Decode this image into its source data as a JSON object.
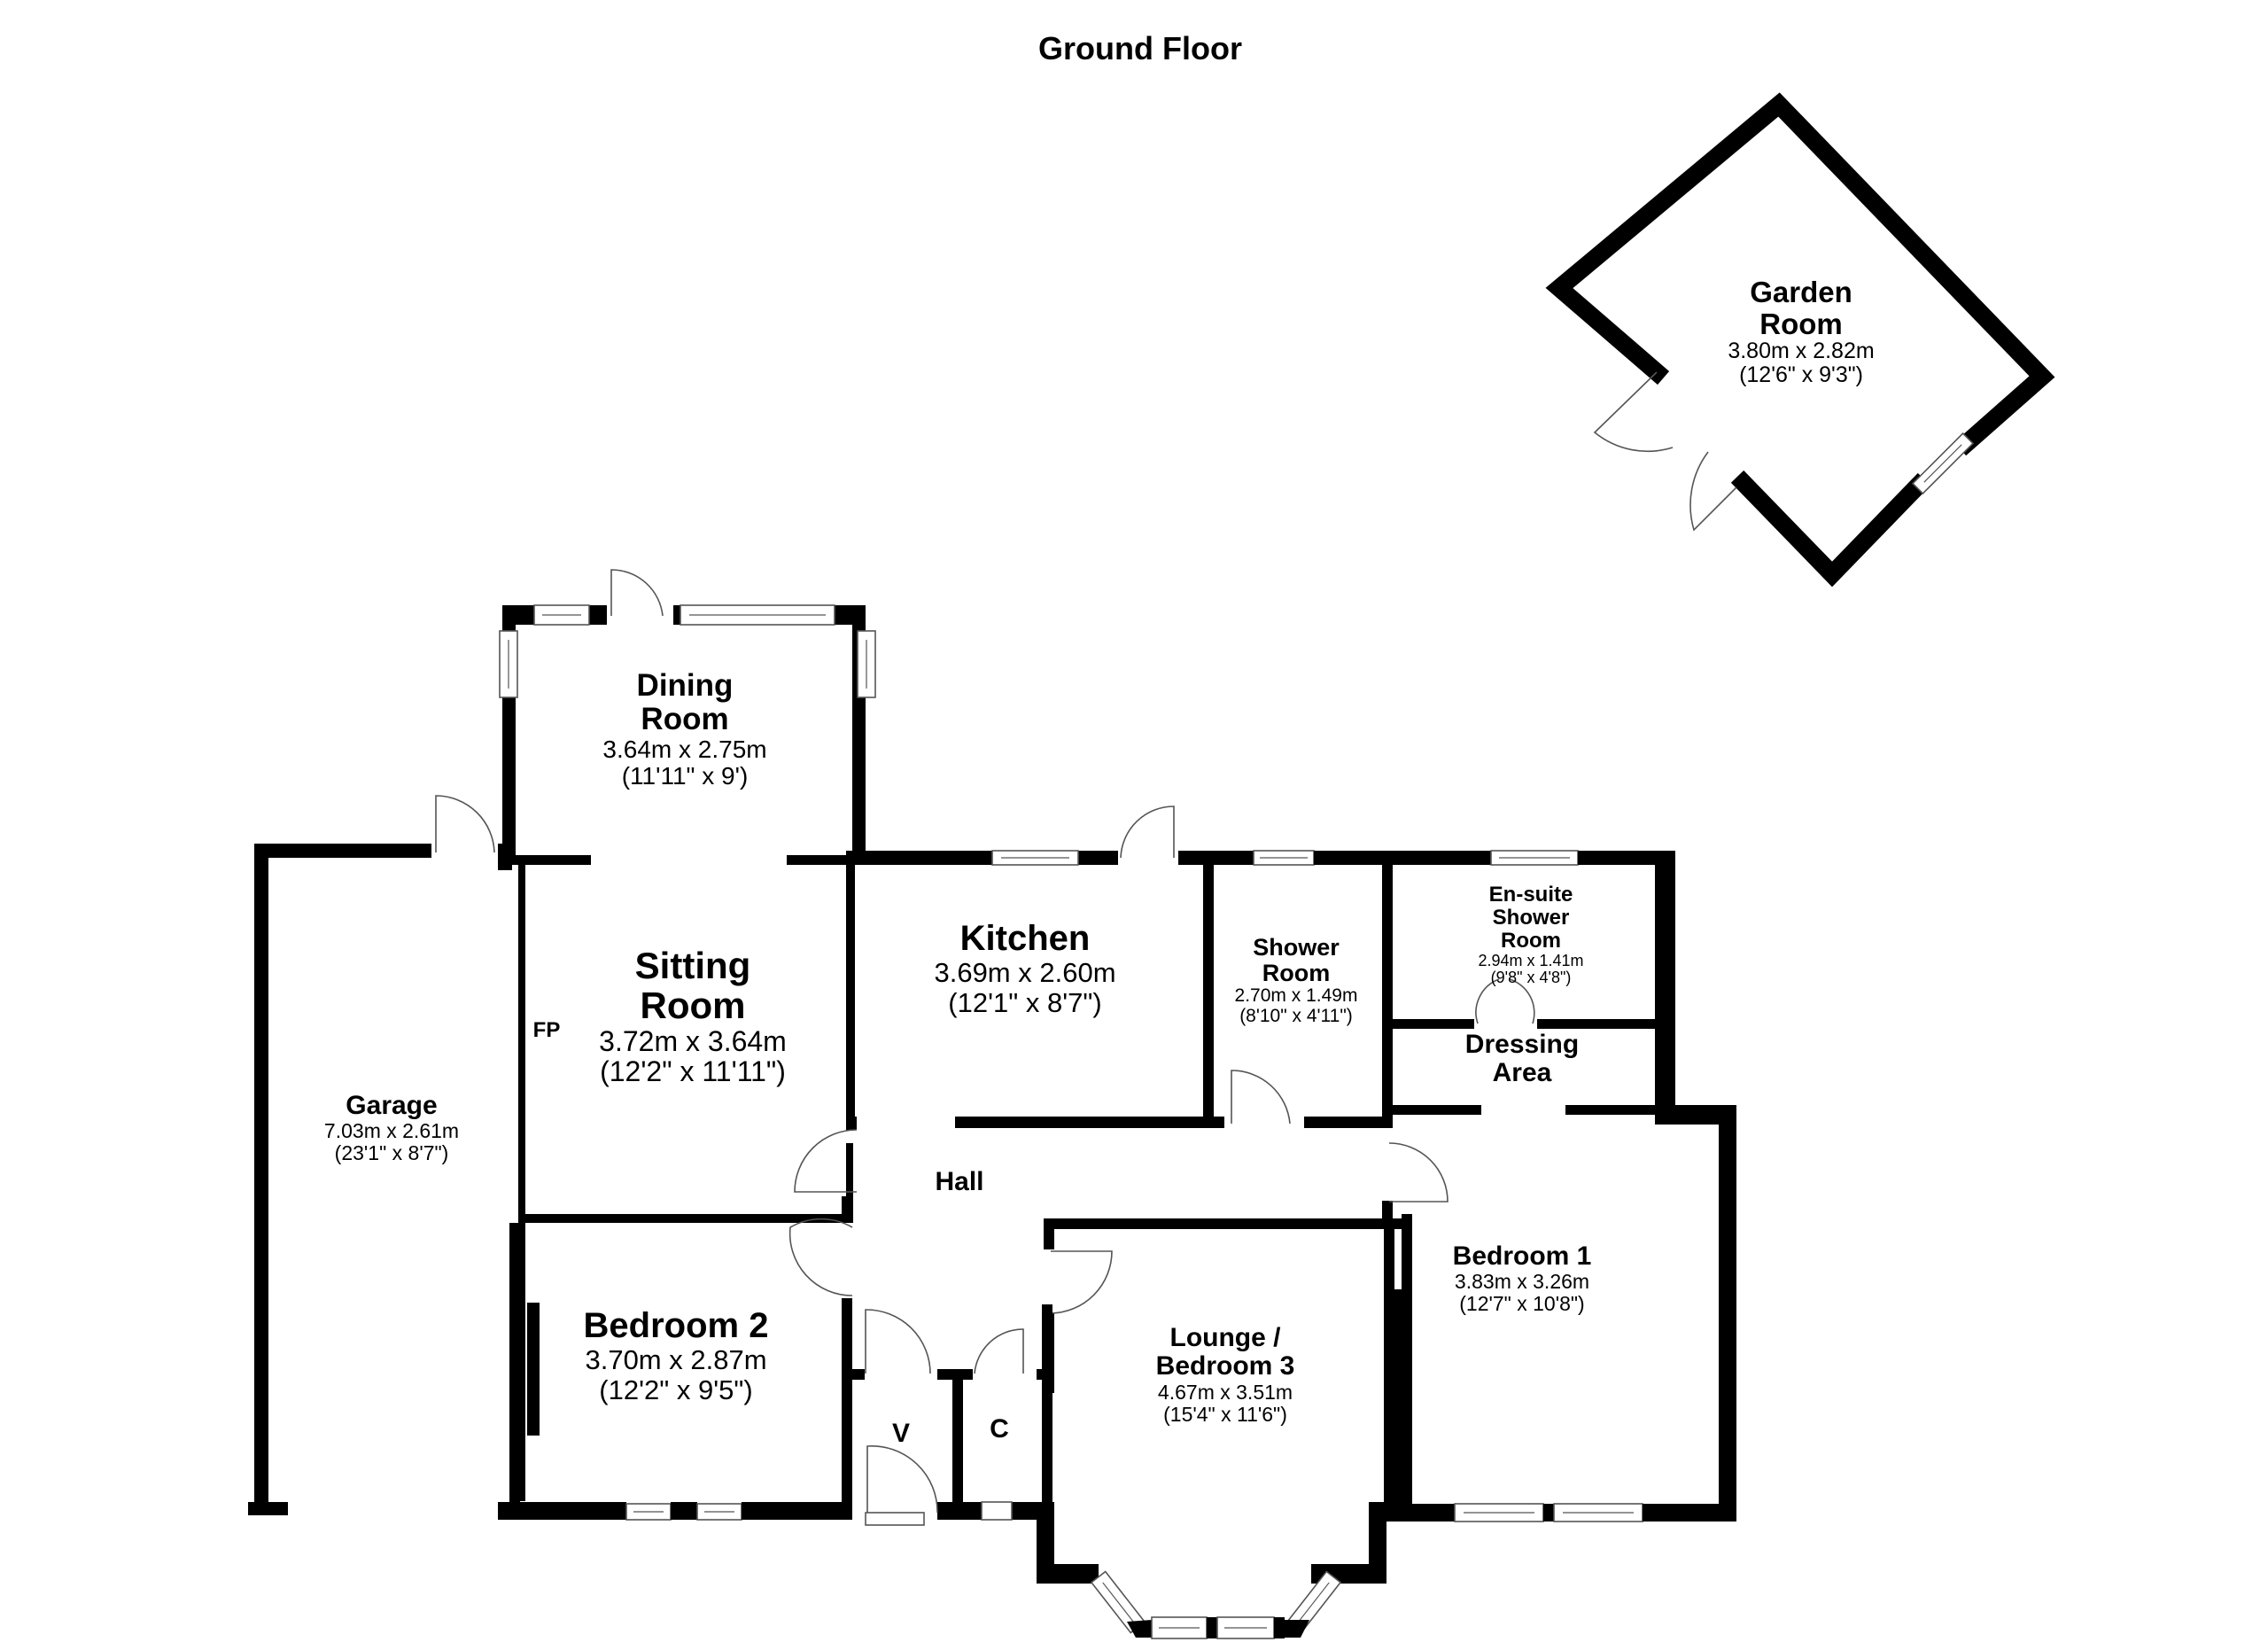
{
  "title": "Ground Floor",
  "rooms": {
    "garden_room": {
      "name_line1": "Garden",
      "name_line2": "Room",
      "metric": "3.80m x 2.82m",
      "imperial": "(12'6\" x 9'3\")"
    },
    "dining_room": {
      "name_line1": "Dining",
      "name_line2": "Room",
      "metric": "3.64m x 2.75m",
      "imperial": "(11'11\" x 9')"
    },
    "sitting_room": {
      "name_line1": "Sitting",
      "name_line2": "Room",
      "metric": "3.72m x 3.64m",
      "imperial": "(12'2\" x 11'11\")"
    },
    "kitchen": {
      "name": "Kitchen",
      "metric": "3.69m x 2.60m",
      "imperial": "(12'1\" x 8'7\")"
    },
    "shower_room": {
      "name_line1": "Shower",
      "name_line2": "Room",
      "metric": "2.70m x 1.49m",
      "imperial": "(8'10\" x 4'11\")"
    },
    "ensuite": {
      "name_line1": "En-suite",
      "name_line2": "Shower",
      "name_line3": "Room",
      "metric": "2.94m x 1.41m",
      "imperial": "(9'8\" x 4'8\")"
    },
    "dressing_area": {
      "name_line1": "Dressing",
      "name_line2": "Area"
    },
    "garage": {
      "name": "Garage",
      "metric": "7.03m x 2.61m",
      "imperial": "(23'1\" x 8'7\")"
    },
    "hall": {
      "name": "Hall"
    },
    "bedroom_1": {
      "name": "Bedroom 1",
      "metric": "3.83m x 3.26m",
      "imperial": "(12'7\" x 10'8\")"
    },
    "bedroom_2": {
      "name": "Bedroom 2",
      "metric": "3.70m x 2.87m",
      "imperial": "(12'2\" x 9'5\")"
    },
    "lounge": {
      "name_line1": "Lounge /",
      "name_line2": "Bedroom 3",
      "metric": "4.67m x 3.51m",
      "imperial": "(15'4\" x 11'6\")"
    }
  },
  "tags": {
    "fireplace": "FP",
    "vestibule": "V",
    "cupboard": "C"
  },
  "colors": {
    "wall": "#000000",
    "fixture_line": "#555555",
    "background": "#ffffff"
  }
}
